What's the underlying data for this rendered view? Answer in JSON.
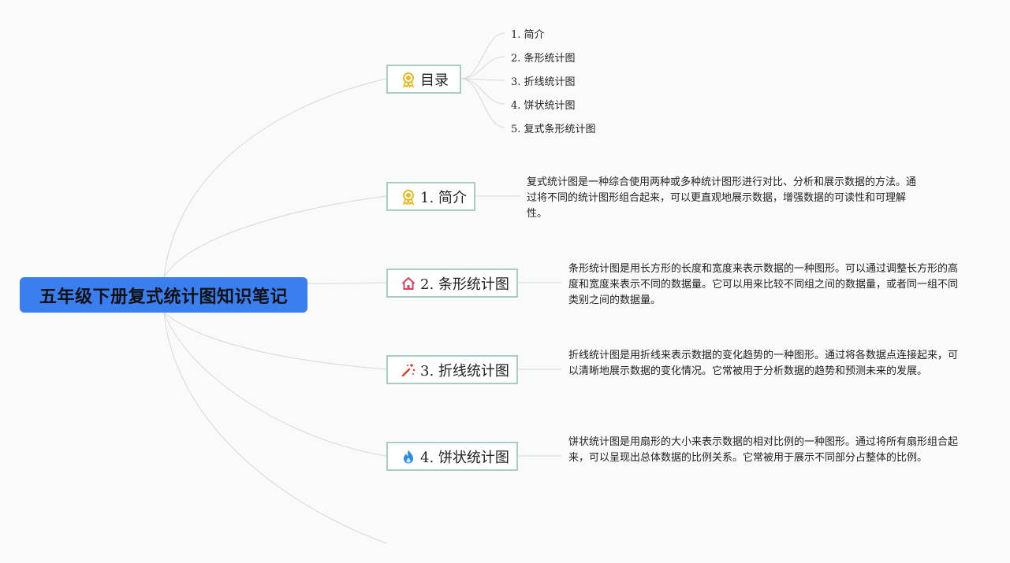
{
  "root": {
    "title": "五年级下册复式统计图知识笔记"
  },
  "toc": {
    "label": "目录",
    "icon": "award-ribbon-icon",
    "items": [
      "1. 简介",
      "2. 条形统计图",
      "3. 折线统计图",
      "4. 饼状统计图",
      "5. 复式条形统计图"
    ]
  },
  "sections": [
    {
      "label": "1. 简介",
      "icon": "award-ribbon-icon",
      "description": "复式统计图是一种综合使用两种或多种统计图形进行对比、分析和展示数据的方法。通过将不同的统计图形组合起来，可以更直观地展示数据，增强数据的可读性和可理解性。"
    },
    {
      "label": "2. 条形统计图",
      "icon": "home-icon",
      "description": "条形统计图是用长方形的长度和宽度来表示数据的一种图形。可以通过调整长方形的高度和宽度来表示不同的数据量。它可以用来比较不同组之间的数据量，或者同一组不同类别之间的数据量。"
    },
    {
      "label": "3. 折线统计图",
      "icon": "magic-wand-icon",
      "description": "折线统计图是用折线来表示数据的变化趋势的一种图形。通过将各数据点连接起来，可以清晰地展示数据的变化情况。它常被用于分析数据的趋势和预测未来的发展。"
    },
    {
      "label": "4. 饼状统计图",
      "icon": "flame-icon",
      "description": "饼状统计图是用扇形的大小来表示数据的相对比例的一种图形。通过将所有扇形组合起来，可以呈现出总体数据的比例关系。它常被用于展示不同部分占整体的比例。"
    }
  ],
  "colors": {
    "root_fill": "#3b7ef0",
    "node_border": "#a9cdc4",
    "connector": "#d8d8d8",
    "award_icon": "#e8b923",
    "home_icon": "#d8405a",
    "wand_icon": "#d8402a",
    "flame_icon": "#2a8be8"
  }
}
